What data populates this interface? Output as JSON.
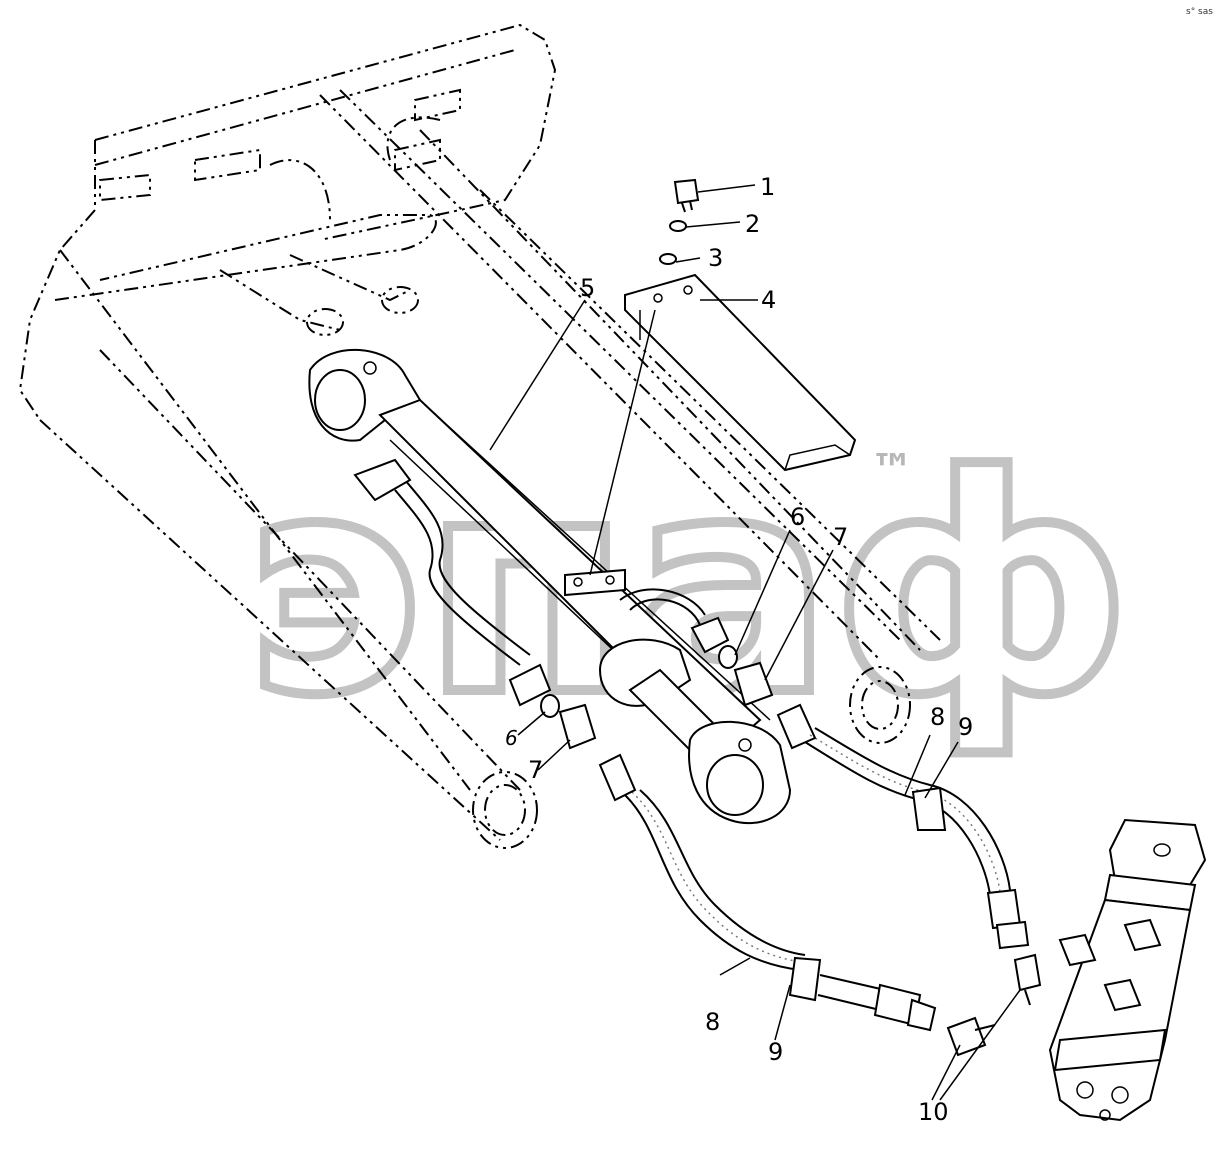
{
  "watermark": {
    "text": "эпаф",
    "trademark": "™",
    "color": "#b9b9b9"
  },
  "corner_mark": "s° sas",
  "callouts": {
    "c1": "1",
    "c2": "2",
    "c3": "3",
    "c4": "4",
    "c5": "5",
    "c6a": "6",
    "c7a": "7",
    "c6b": "6",
    "c7b": "7",
    "c8a": "8",
    "c9a": "9",
    "c8b": "8",
    "c9b": "9",
    "c10": "10"
  },
  "icons": [
    "bolt-icon",
    "washer-icon",
    "bracket-icon",
    "cylinder-icon",
    "hose-icon",
    "fitting-icon",
    "swivel-joint-icon"
  ]
}
